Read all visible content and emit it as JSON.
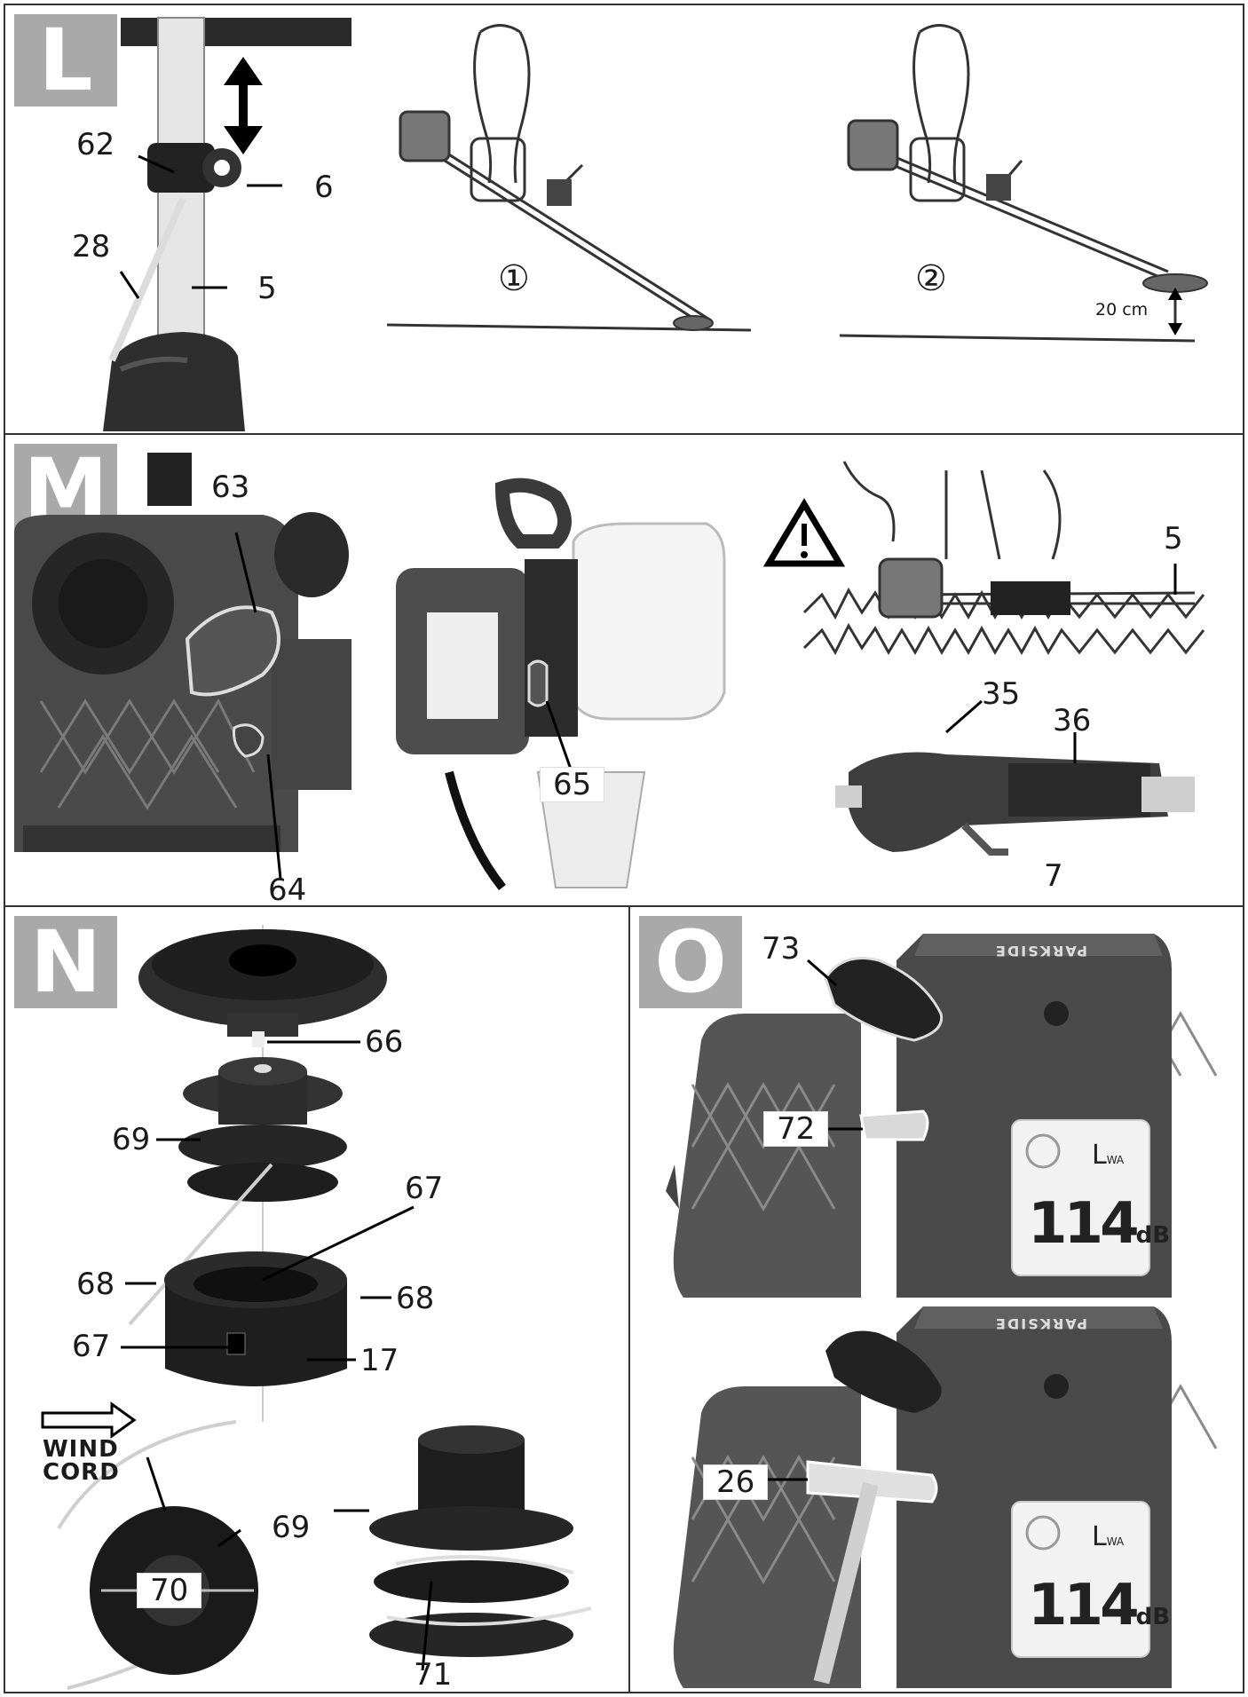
{
  "panels": {
    "L": {
      "letter": "L",
      "callouts": {
        "c62": "62",
        "c6": "6",
        "c28": "28",
        "c5": "5"
      },
      "positions": {
        "p1": "①",
        "p2": "②"
      },
      "height_label": "20 cm"
    },
    "M": {
      "letter": "M",
      "callouts": {
        "c63": "63",
        "c64": "64",
        "c65": "65",
        "c5": "5",
        "c35": "35",
        "c36": "36",
        "c7": "7"
      }
    },
    "N": {
      "letter": "N",
      "callouts": {
        "c66": "66",
        "c69a": "69",
        "c67a": "67",
        "c68a": "68",
        "c68b": "68",
        "c67b": "67",
        "c17": "17",
        "c69b": "69",
        "c70": "70",
        "c71": "71"
      },
      "wind_label": {
        "line1": "WIND",
        "line2": "CORD"
      }
    },
    "O": {
      "letter": "O",
      "callouts": {
        "c73": "73",
        "c72": "72",
        "c26": "26"
      },
      "brand": "PARKSIDE",
      "sound_label": {
        "lwa": "L",
        "lwa_sub": "WA",
        "value": "114",
        "unit": "dB"
      }
    }
  },
  "colors": {
    "letter_bg": "#a9a9a9",
    "line": "#1a1a1a",
    "device_dark": "#3c3c3c",
    "device_mid": "#5a5a5a",
    "light": "#d8d8d8"
  },
  "icons": [
    "warning-icon",
    "double-arrow-icon",
    "wind-direction-arrow-icon"
  ]
}
